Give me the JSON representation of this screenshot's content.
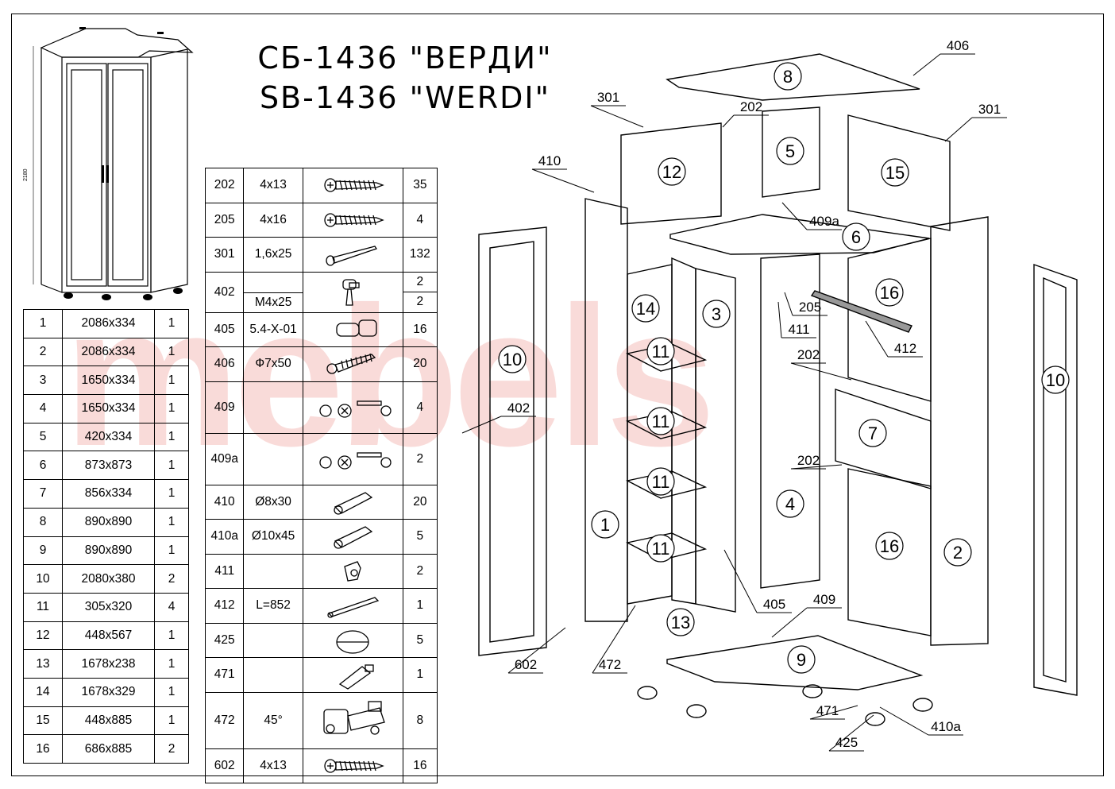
{
  "title_ru": "СБ-1436 \"ВЕРДИ\"",
  "title_en": "SB-1436 \"WERDI\"",
  "preview_height_label": "2180",
  "watermark": "mebels",
  "parts": [
    {
      "no": "1",
      "size": "2086x334",
      "qty": "1"
    },
    {
      "no": "2",
      "size": "2086x334",
      "qty": "1"
    },
    {
      "no": "3",
      "size": "1650x334",
      "qty": "1"
    },
    {
      "no": "4",
      "size": "1650x334",
      "qty": "1"
    },
    {
      "no": "5",
      "size": "420x334",
      "qty": "1"
    },
    {
      "no": "6",
      "size": "873x873",
      "qty": "1"
    },
    {
      "no": "7",
      "size": "856x334",
      "qty": "1"
    },
    {
      "no": "8",
      "size": "890x890",
      "qty": "1"
    },
    {
      "no": "9",
      "size": "890x890",
      "qty": "1"
    },
    {
      "no": "10",
      "size": "2080x380",
      "qty": "2"
    },
    {
      "no": "11",
      "size": "305x320",
      "qty": "4"
    },
    {
      "no": "12",
      "size": "448x567",
      "qty": "1"
    },
    {
      "no": "13",
      "size": "1678x238",
      "qty": "1"
    },
    {
      "no": "14",
      "size": "1678x329",
      "qty": "1"
    },
    {
      "no": "15",
      "size": "448x885",
      "qty": "1"
    },
    {
      "no": "16",
      "size": "686x885",
      "qty": "2"
    }
  ],
  "hardware": [
    {
      "code": "202",
      "spec": "4x13",
      "qty": "35",
      "icon": "screw-icon"
    },
    {
      "code": "205",
      "spec": "4x16",
      "qty": "4",
      "icon": "screw-icon"
    },
    {
      "code": "301",
      "spec": "1,6x25",
      "qty": "132",
      "icon": "nail-icon"
    },
    {
      "code": "402",
      "spec": "",
      "spec2": "M4x25",
      "qty": "2",
      "qty2": "2",
      "icon": "handle-icon"
    },
    {
      "code": "405",
      "spec": "5.4-X-01",
      "qty": "16",
      "icon": "shelf-pin-icon"
    },
    {
      "code": "406",
      "spec": "Ф7x50",
      "qty": "20",
      "icon": "confirmat-icon"
    },
    {
      "code": "409",
      "spec": "",
      "qty": "4",
      "icon": "cam-lock-icon"
    },
    {
      "code": "409a",
      "spec": "",
      "qty": "2",
      "icon": "cam-lock-icon"
    },
    {
      "code": "410",
      "spec": "Ø8x30",
      "qty": "20",
      "icon": "dowel-icon"
    },
    {
      "code": "410a",
      "spec": "Ø10x45",
      "qty": "5",
      "icon": "dowel-icon"
    },
    {
      "code": "411",
      "spec": "",
      "qty": "2",
      "icon": "hanger-icon"
    },
    {
      "code": "412",
      "spec": "L=852",
      "qty": "1",
      "icon": "rod-icon"
    },
    {
      "code": "425",
      "spec": "",
      "qty": "5",
      "icon": "foot-icon"
    },
    {
      "code": "471",
      "spec": "",
      "qty": "1",
      "icon": "glue-tube-icon"
    },
    {
      "code": "472",
      "spec": "45°",
      "qty": "8",
      "icon": "hinge-icon"
    },
    {
      "code": "602",
      "spec": "4x13",
      "qty": "16",
      "icon": "screw-icon"
    }
  ],
  "diagram": {
    "panel_labels": [
      "1",
      "2",
      "3",
      "4",
      "5",
      "6",
      "7",
      "8",
      "9",
      "10",
      "10",
      "11",
      "11",
      "11",
      "11",
      "12",
      "13",
      "14",
      "15",
      "16",
      "16"
    ],
    "callouts": [
      "406",
      "301",
      "301",
      "202",
      "202",
      "202",
      "410",
      "409a",
      "205",
      "411",
      "412",
      "402",
      "405",
      "409",
      "602",
      "472",
      "471",
      "425",
      "410a"
    ]
  }
}
